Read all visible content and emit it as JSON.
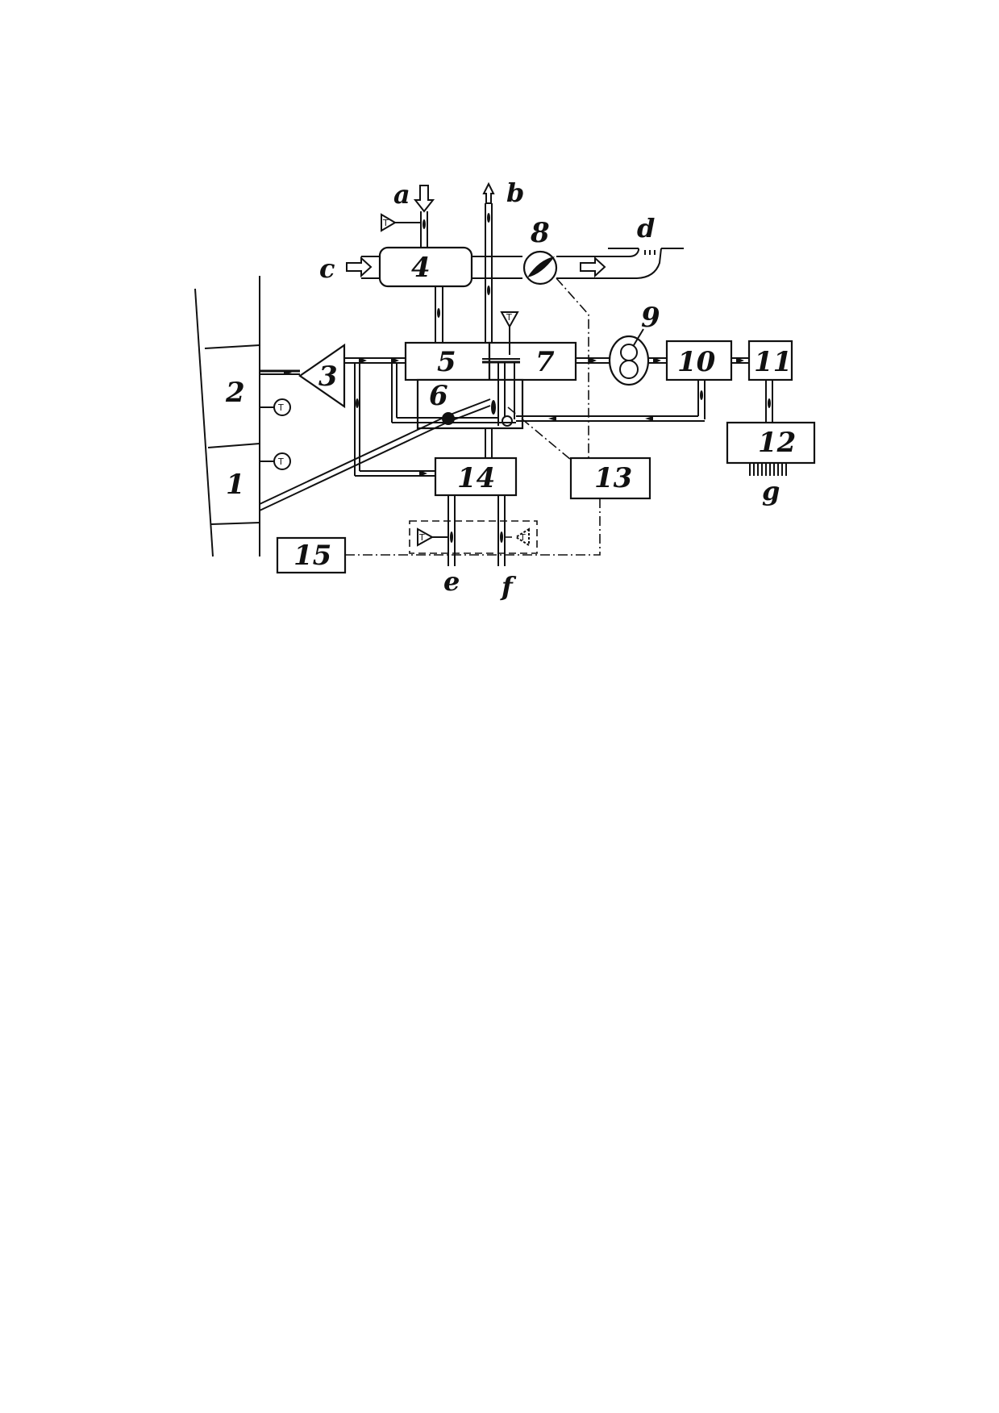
{
  "components": {
    "c1": "1",
    "c2": "2",
    "c3": "3",
    "c4": "4",
    "c5": "5",
    "c6": "6",
    "c7": "7",
    "c8": "8",
    "c9": "9",
    "c10": "10",
    "c11": "11",
    "c12": "12",
    "c13": "13",
    "c14": "14",
    "c15": "15"
  },
  "streams": {
    "a": "a",
    "b": "b",
    "c": "c",
    "d": "d",
    "e": "e",
    "f": "f",
    "g": "g"
  },
  "sensor_symbol": "T",
  "icons": [
    "temperature-sensor-icon",
    "flow-arrow-icon",
    "valve-icon",
    "pump-icon",
    "fan-icon"
  ]
}
